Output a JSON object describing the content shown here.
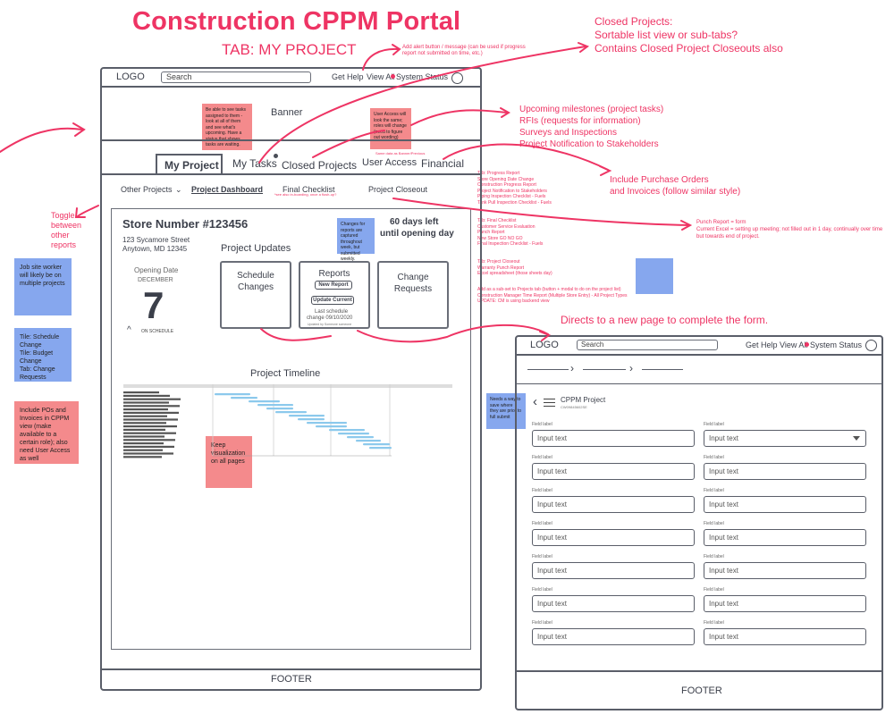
{
  "header": {
    "title": "Construction CPPM Portal",
    "tab_caption": "TAB: MY PROJECT"
  },
  "annotations": {
    "alert": "Add alert button / message (can be used if progress report not submitted on time, etc.)",
    "closed_projects": "Closed Projects:\nSortable list view or sub-tabs?\nContains Closed Project Closeouts also",
    "my_project_items": "Upcoming milestones (project tasks)\nRFIs (requests for information)\nSurveys and Inspections\nProject Notification to Stakeholders",
    "financial": "Include Purchase Orders\nand Invoices (follow similar style)",
    "toggle": "Toggle\nbetween\nother\nreports",
    "punch": "Punch Report = form\nCurrent Excel = setting up meeting; not filled out in 1 day, continually over time but towards end of project.",
    "directs": "Directs to a new page to complete the form.",
    "tab_progress": "Tab: Progress Report\nStore Opening Date Change\nConstruction Progress Report\nProject Notification to Stakeholders\nPiping Inspection Checklist - Fuels\nTank Pull Inspection Checklist - Fuels",
    "tab_final": "Tab: Final Checklist\nCustomer Service Evaluation\nPunch Report\nNew Store GO NO GO\nFinal Inspection Checklist - Fuels",
    "tab_closeout": "Tab: Project Closeout\nWarranty Punch Report\nExcel spreadsheet (those sheets day)",
    "subset": "Add as a sub-set to Projects tab (button + modal to do on the project list)\nConstruction Manager Time Report (Multiple Store Entry) - All Project Types\nUPDATE: CM is using backend view",
    "final_checklist_sub": "*see also in-boarding, once a flush-up?",
    "reports_status": "Same data as Banner/Previous"
  },
  "stickies": {
    "be_able": "Be able to see tasks assigned to them - look at all of them and see what's upcoming. Have a status that shows tasks are waiting.",
    "user_access": "User Access will look the same; roles will change (need to figure out wording)",
    "changes_reports": "Changes for reports are captured throughout week, but submitted weekly.",
    "job_site": "Job site worker will likely be on multiple projects",
    "tile_changes": "Tile: Schedule Change\nTile: Budget Change\nTab: Change Requests",
    "include_pos": "Include POs and Invoices in CPPM view (make available to a certain role); also need User Access as well",
    "keep_vis": "Keep visualization on all pages",
    "needs_way": "Needs a way to save where they are prior to full submit"
  },
  "wireframe1": {
    "logo": "LOGO",
    "search_placeholder": "Search",
    "get_help": "Get Help",
    "view_all": "View All",
    "system_status": "System Status",
    "banner": "Banner",
    "tabs": [
      "My Project",
      "My Tasks",
      "Closed Projects",
      "User Access",
      "Financial"
    ],
    "subtabs": [
      "Other Projects",
      "Project Dashboard",
      "Final Checklist",
      "Project Closeout"
    ],
    "store_number": "Store Number #123456",
    "address_line1": "123 Sycamore Street",
    "address_line2": "Anytown, MD 12345",
    "days_left": "60 days left",
    "until_opening": "until opening day",
    "opening_date_label": "Opening Date",
    "opening_month": "DECEMBER",
    "opening_day": "7",
    "on_schedule": "ON SCHEDULE",
    "project_updates": "Project Updates",
    "cards": {
      "schedule": "Schedule\nChanges",
      "reports": "Reports",
      "new_report": "New Report",
      "update_current": "Update Current",
      "last_schedule": "Last schedule",
      "last_change": "change 09/10/2020",
      "updated_by": "Updated by Someone someone",
      "change_requests": "Change\nRequests"
    },
    "timeline_title": "Project Timeline",
    "footer": "FOOTER"
  },
  "wireframe2": {
    "logo": "LOGO",
    "search_placeholder": "Search",
    "get_help": "Get Help",
    "view_all": "View All",
    "system_status": "System Status",
    "project_title": "CPPM Project",
    "project_sub": "CW09845602SE",
    "field_label": "Field label",
    "input_placeholder": "Input text",
    "footer": "FOOTER"
  },
  "colors": {
    "accent": "#ee3464",
    "sticky_pink": "#f48a8c",
    "sticky_blue": "#86a7ee",
    "timeline_bar": "#8cc9ec"
  }
}
